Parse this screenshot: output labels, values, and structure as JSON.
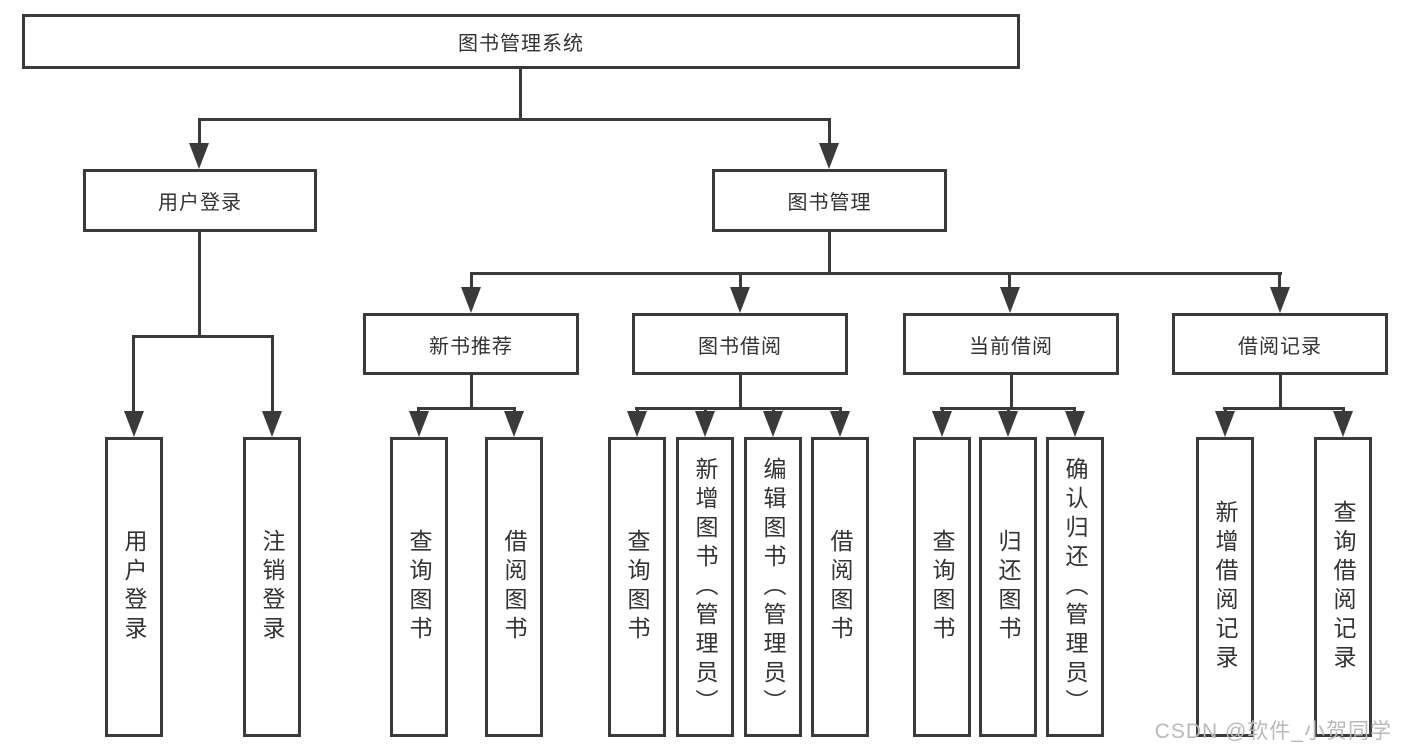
{
  "diagram": {
    "root": {
      "label": "图书管理系统"
    },
    "branches": [
      {
        "label": "用户登录",
        "children": [
          {
            "label": "用户登录"
          },
          {
            "label": "注销登录"
          }
        ]
      },
      {
        "label": "图书管理",
        "children": [
          {
            "label": "新书推荐",
            "children": [
              {
                "label": "查询图书"
              },
              {
                "label": "借阅图书"
              }
            ]
          },
          {
            "label": "图书借阅",
            "children": [
              {
                "label": "查询图书"
              },
              {
                "label": "新增图书（管理员）"
              },
              {
                "label": "编辑图书（管理员）"
              },
              {
                "label": "借阅图书"
              }
            ]
          },
          {
            "label": "当前借阅",
            "children": [
              {
                "label": "查询图书"
              },
              {
                "label": "归还图书"
              },
              {
                "label": "确认归还（管理员）"
              }
            ]
          },
          {
            "label": "借阅记录",
            "children": [
              {
                "label": "新增借阅记录"
              },
              {
                "label": "查询借阅记录"
              }
            ]
          }
        ]
      }
    ]
  },
  "watermark": {
    "text": "CSDN @软件_小贺同学"
  },
  "colors": {
    "line": "#3a3a3a",
    "text": "#333333",
    "background": "#ffffff",
    "watermark": "#bcb8b8"
  }
}
